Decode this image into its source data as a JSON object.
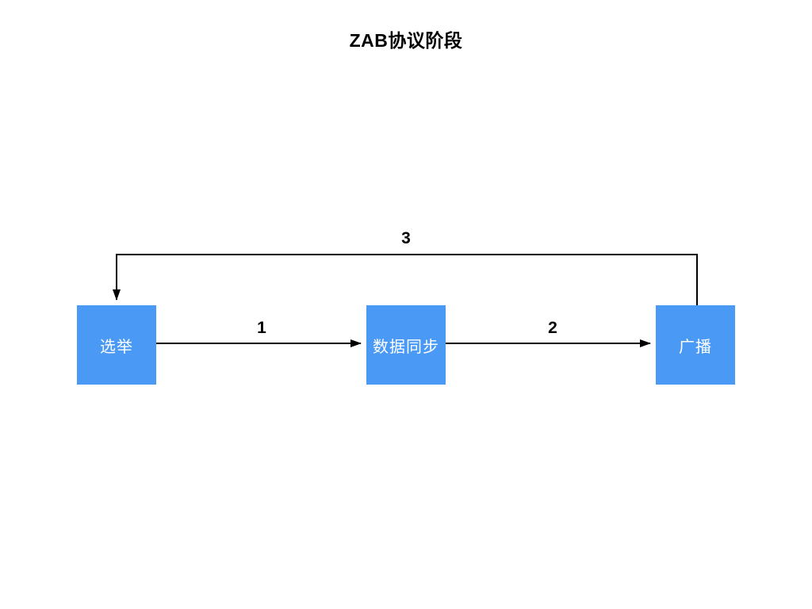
{
  "title": "ZAB协议阶段",
  "diagram": {
    "accent_color": "#4A9AF5",
    "line_color": "#000000",
    "nodes": [
      {
        "id": "election",
        "label": "选举"
      },
      {
        "id": "data-sync",
        "label": "数据同步"
      },
      {
        "id": "broadcast",
        "label": "广播"
      }
    ],
    "edges": [
      {
        "label": "1",
        "from": "election",
        "to": "data-sync"
      },
      {
        "label": "2",
        "from": "data-sync",
        "to": "broadcast"
      },
      {
        "label": "3",
        "from": "broadcast",
        "to": "election"
      }
    ]
  }
}
